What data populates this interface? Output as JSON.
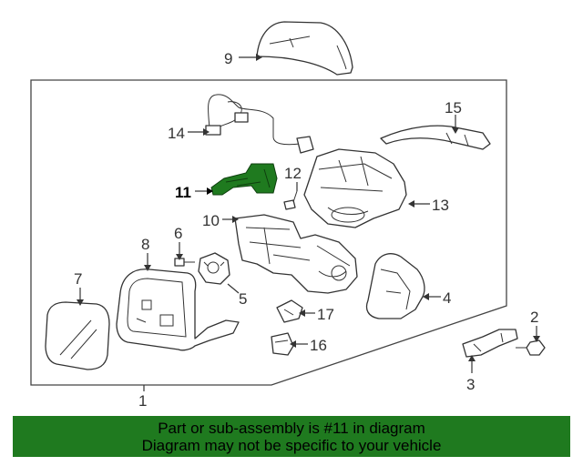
{
  "callouts": {
    "c1": "1",
    "c2": "2",
    "c3": "3",
    "c4": "4",
    "c5": "5",
    "c6": "6",
    "c7": "7",
    "c8": "8",
    "c9": "9",
    "c10": "10",
    "c11": "11",
    "c12": "12",
    "c13": "13",
    "c14": "14",
    "c15": "15",
    "c16": "16",
    "c17": "17"
  },
  "banner": {
    "line1": "Part or sub-assembly is #11 in diagram",
    "line2": "Diagram may not be specific to your vehicle",
    "background_color": "#1f7a1f"
  },
  "colors": {
    "highlight_part": "#1f7a1f",
    "line": "#333333"
  }
}
